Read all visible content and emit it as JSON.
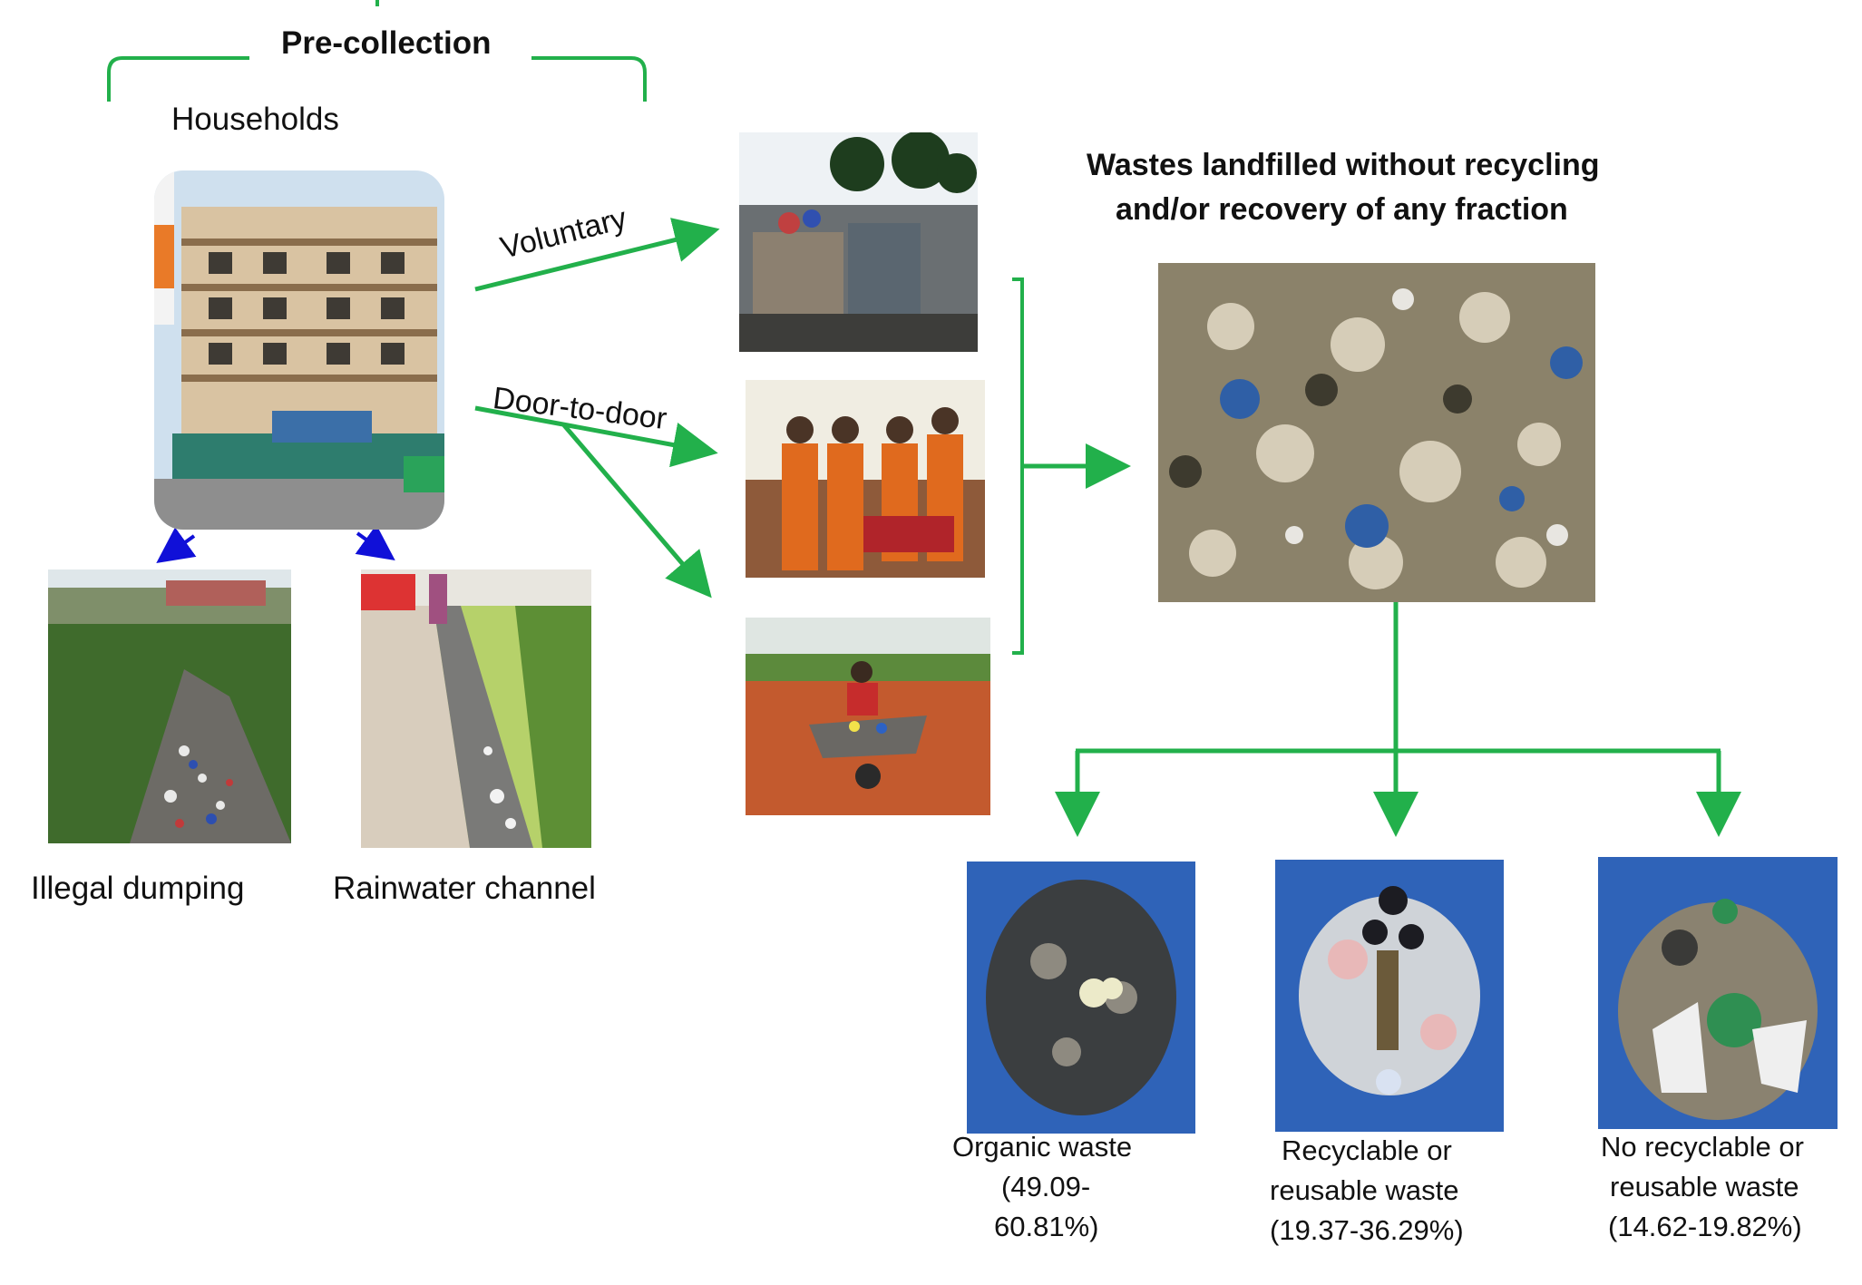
{
  "header": {
    "title": "Pre-collection"
  },
  "households": {
    "label": "Households"
  },
  "routes": {
    "voluntary": "Voluntary",
    "door_to_door": "Door-to-door"
  },
  "outlets": {
    "illegal_dumping": "Illegal dumping",
    "rainwater_channel": "Rainwater channel"
  },
  "landfill": {
    "title_line1": "Wastes landfilled without recycling",
    "title_line2": "and/or recovery of any fraction"
  },
  "fractions": [
    {
      "line1": "Organic waste",
      "line2": "(49.09-",
      "line3": "60.81%)"
    },
    {
      "line1": "Recyclable or",
      "line2": "reusable waste",
      "line3": "(19.37-36.29%)"
    },
    {
      "line1": "No recyclable or",
      "line2": "reusable waste",
      "line3": "(14.62-19.82%)"
    }
  ],
  "colors": {
    "flow_arrow": "#22b04b",
    "spill_arrow": "#1010d8",
    "text": "#111111"
  },
  "icons": {
    "households": "apartment-building-photo",
    "illegal_dumping": "roadside-garbage-dump-photo",
    "rainwater_channel": "waste-clogged-drain-photo",
    "voluntary_point": "collection-container-photo",
    "door_to_door_moto": "waste-collectors-motorbike-photo",
    "door_to_door_cart": "waste-collector-pushcart-photo",
    "landfill": "mixed-landfill-waste-photo",
    "organic": "organic-waste-sample-photo",
    "recyclable": "recyclable-waste-sample-photo",
    "non_recyclable": "non-recyclable-waste-sample-photo"
  }
}
